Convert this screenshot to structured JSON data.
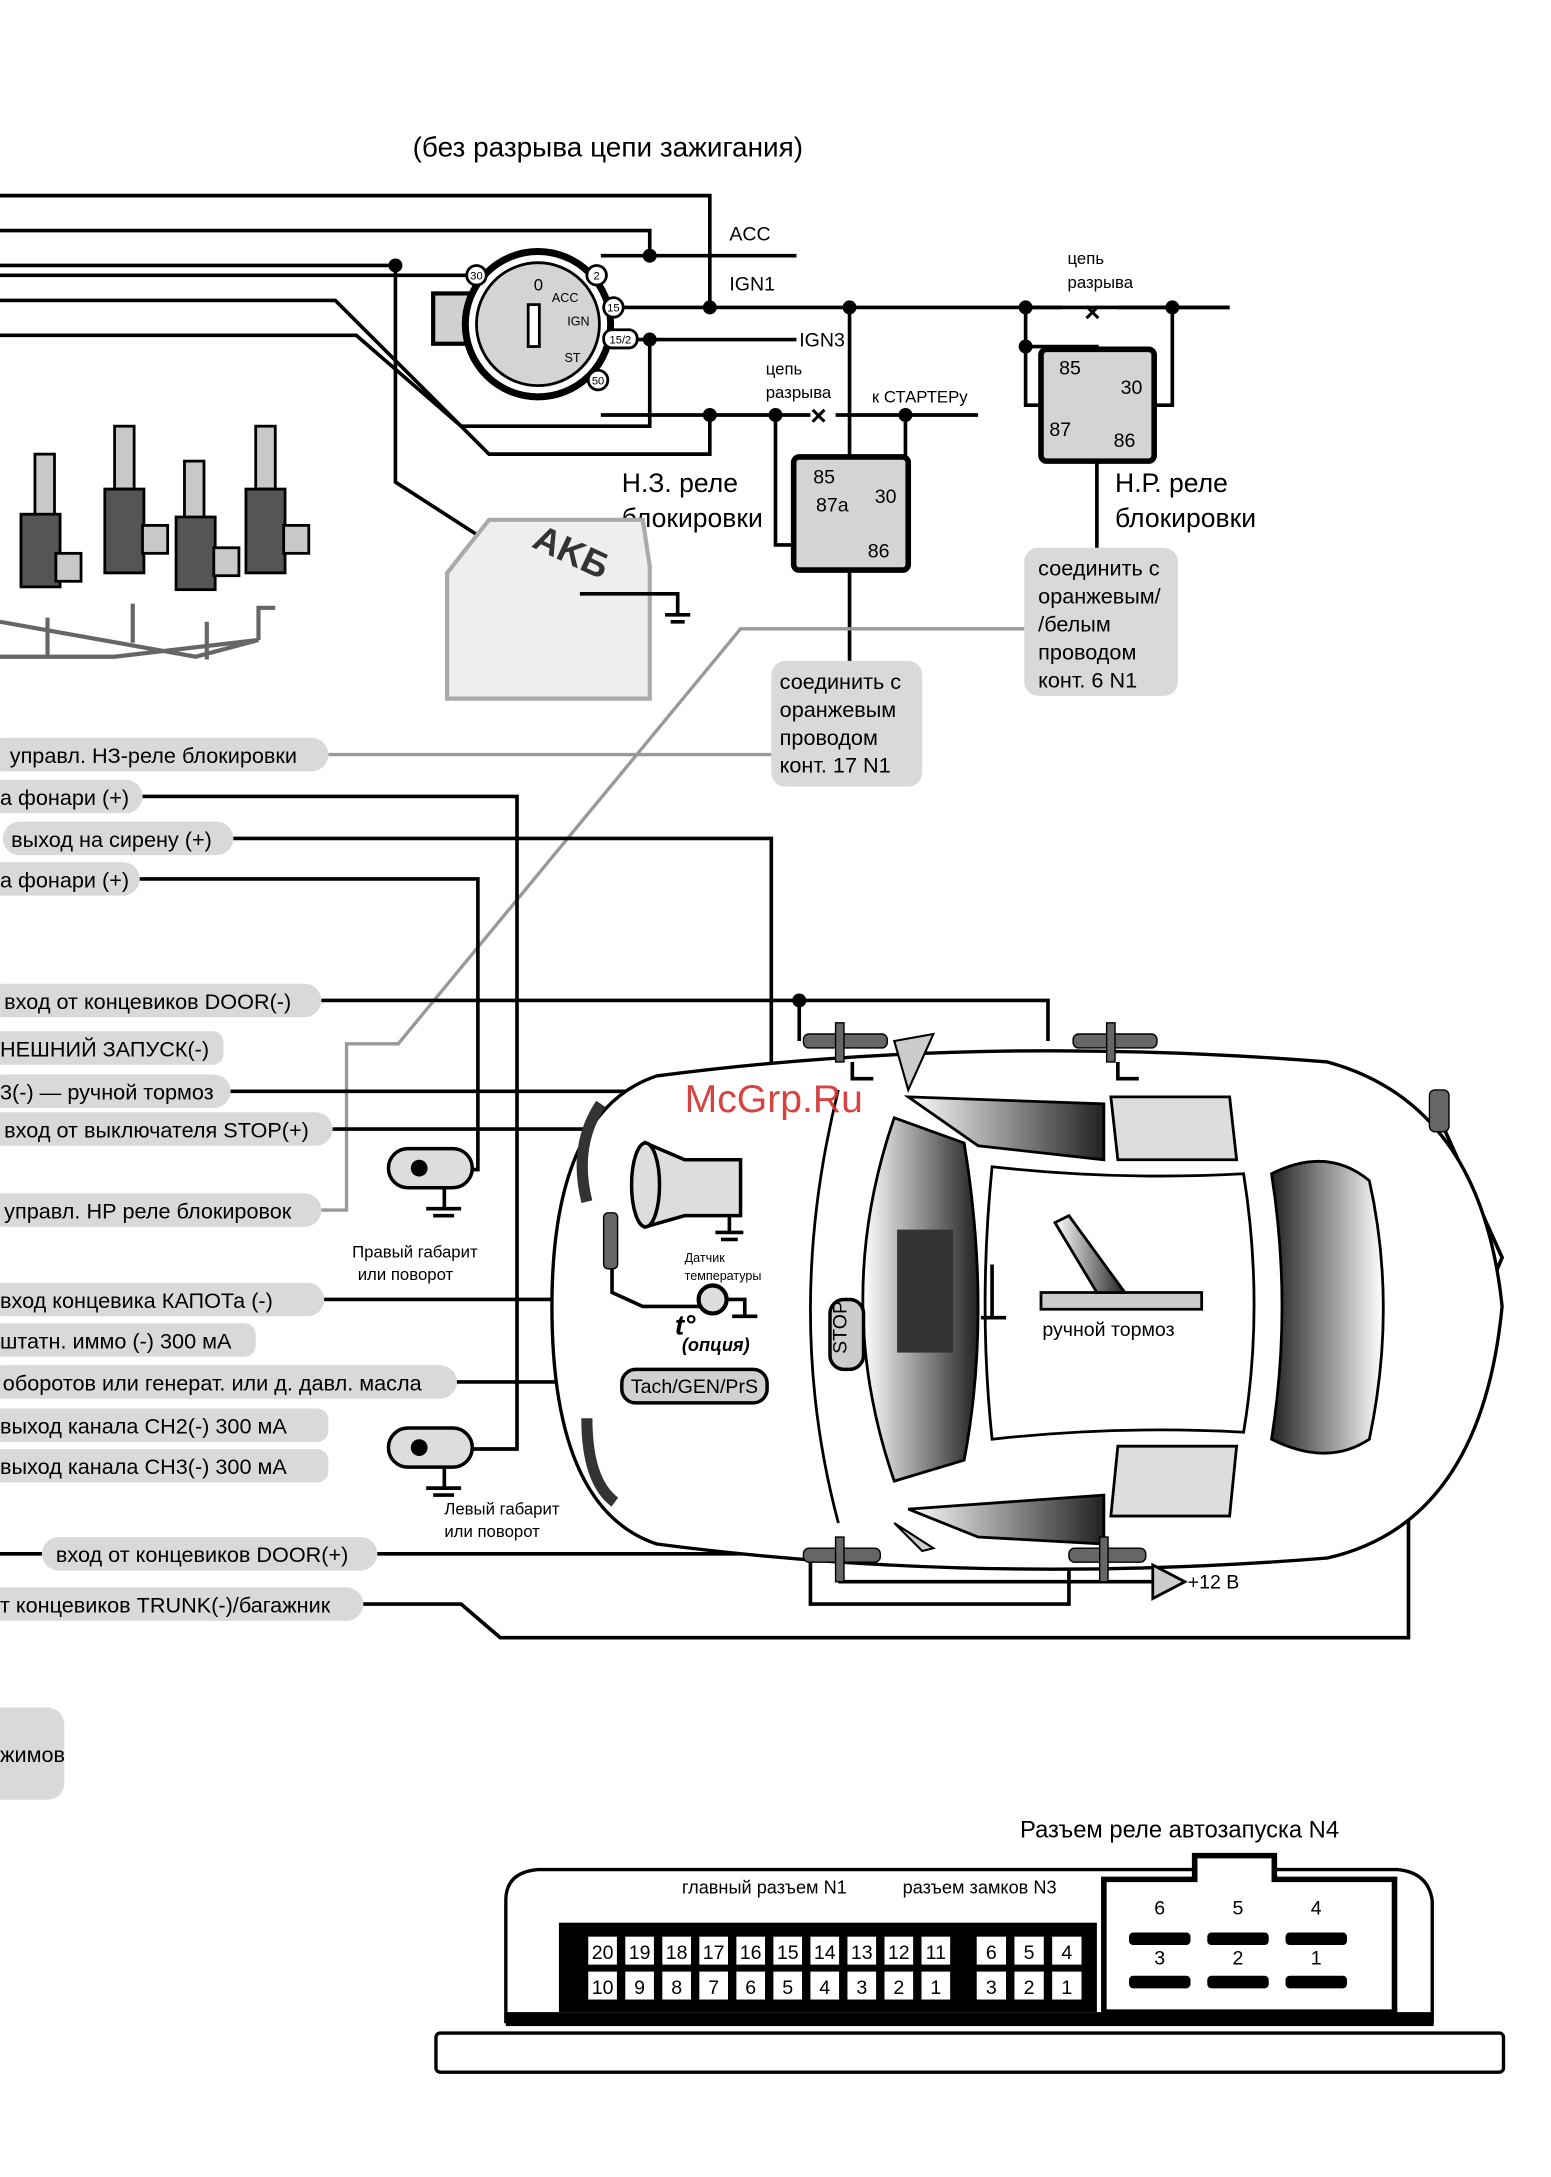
{
  "title": "(без разрыва цепи зажигания)",
  "ignition": {
    "terminals": [
      "30",
      "2",
      "15",
      "15/2",
      "50"
    ],
    "positions": [
      "0",
      "ACC",
      "IGN",
      "ST"
    ],
    "outputs": {
      "acc": "ACC",
      "ign1": "IGN1",
      "ign3": "IGN3",
      "starter": "к СТАРТЕРу"
    }
  },
  "break_label_1": [
    "цепь",
    "разрыва"
  ],
  "break_label_2": [
    "цепь",
    "разрыва"
  ],
  "nz_relay": {
    "title": [
      "Н.З. реле",
      "блокировки"
    ],
    "pins": [
      "85",
      "87a",
      "30",
      "86"
    ]
  },
  "nr_relay": {
    "title": [
      "Н.Р. реле",
      "блокировки"
    ],
    "pins": [
      "85",
      "30",
      "87",
      "86"
    ]
  },
  "battery_label": "AKБ",
  "callout_nr": [
    "соединить с",
    "оранжевым/",
    "/белым",
    "проводом",
    "конт. 6 N1"
  ],
  "callout_nz": [
    "соединить с",
    "оранжевым",
    "проводом",
    "конт. 17 N1"
  ],
  "wire_labels": [
    "управл. НЗ-реле блокировки",
    "а фонари (+)",
    "выход на сирену (+)",
    "а фонари (+)",
    "вход от концевиков DOOR(-)",
    "НЕШНИЙ ЗАПУСК(-)",
    "3(-) — ручной тормоз",
    "вход от выключателя STOP(+)",
    "управл. НР реле блокировок",
    "вход концевика КАПОТа (-)",
    "штатн. иммо (-) 300 мА",
    "оборотов или генерат. или д. давл. масла",
    "выход канала CH2(-)  300 мА",
    "выход канала CH3(-)  300 мА",
    "вход от концевиков DOOR(+)",
    "т концевиков TRUNK(-)/багажник",
    "жимов"
  ],
  "right_lamp": [
    "Правый габарит",
    "или поворот"
  ],
  "left_lamp": [
    "Левый габарит",
    "или поворот"
  ],
  "temp_sensor": {
    "label": [
      "Датчик",
      "температуры"
    ],
    "symbol": "t°",
    "option": "(опция)"
  },
  "tach_label": "Tach/GEN/PrS",
  "stop_label": "STOP",
  "handbrake_label": "ручной тормоз",
  "plus12": "+12 В",
  "watermark": "McGrp.Ru",
  "connector": {
    "n4_title": "Разъем реле автозапуска N4",
    "n1_title": "главный разъем N1",
    "n3_title": "разъем замков N3",
    "n1_top": [
      "20",
      "19",
      "18",
      "17",
      "16",
      "15",
      "14",
      "13",
      "12",
      "11"
    ],
    "n1_bottom": [
      "10",
      "9",
      "8",
      "7",
      "6",
      "5",
      "4",
      "3",
      "2",
      "1"
    ],
    "n3_top": [
      "6",
      "5",
      "4"
    ],
    "n3_bottom": [
      "3",
      "2",
      "1"
    ],
    "n4_top": [
      "6",
      "5",
      "4"
    ],
    "n4_bottom": [
      "3",
      "2",
      "1"
    ]
  }
}
